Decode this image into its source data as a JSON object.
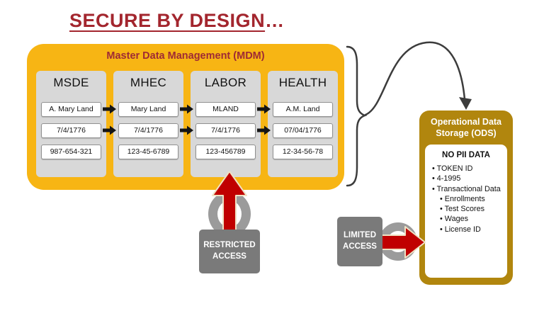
{
  "title": {
    "main": "SECURE BY DESIGN",
    "ellipsis": "…"
  },
  "mdm": {
    "title": "Master Data Management (MDM)",
    "columns": [
      {
        "header": "MSDE",
        "rows": [
          "A. Mary Land",
          "7/4/1776",
          "987-654-321"
        ]
      },
      {
        "header": "MHEC",
        "rows": [
          "Mary Land",
          "7/4/1776",
          "123-45-6789"
        ]
      },
      {
        "header": "LABOR",
        "rows": [
          "MLAND",
          "7/4/1776",
          "123-456789"
        ]
      },
      {
        "header": "HEALTH",
        "rows": [
          "A.M. Land",
          "07/04/1776",
          "12-34-56-78"
        ]
      }
    ]
  },
  "ods": {
    "title": "Operational Data Storage (ODS)",
    "panel_heading": "NO PII DATA",
    "items": [
      {
        "label": "TOKEN ID",
        "indent": 0
      },
      {
        "label": "4-1995",
        "indent": 0
      },
      {
        "label": "Transactional Data",
        "indent": 0
      },
      {
        "label": "Enrollments",
        "indent": 1
      },
      {
        "label": "Test Scores",
        "indent": 1
      },
      {
        "label": "Wages",
        "indent": 1
      },
      {
        "label": "License ID",
        "indent": 1
      }
    ]
  },
  "locks": {
    "restricted_label": "RESTRICTED ACCESS",
    "limited_label": "LIMITED ACCESS"
  },
  "colors": {
    "title_red": "#A3262E",
    "mdm_gold": "#F7B514",
    "column_gray": "#D8D8D8",
    "ods_gold": "#B1860E",
    "lock_body_gray": "#7A7A7A",
    "shackle_gray": "#9B9B9B",
    "arrow_red": "#C00000",
    "connector_gray": "#3C3C3C"
  }
}
